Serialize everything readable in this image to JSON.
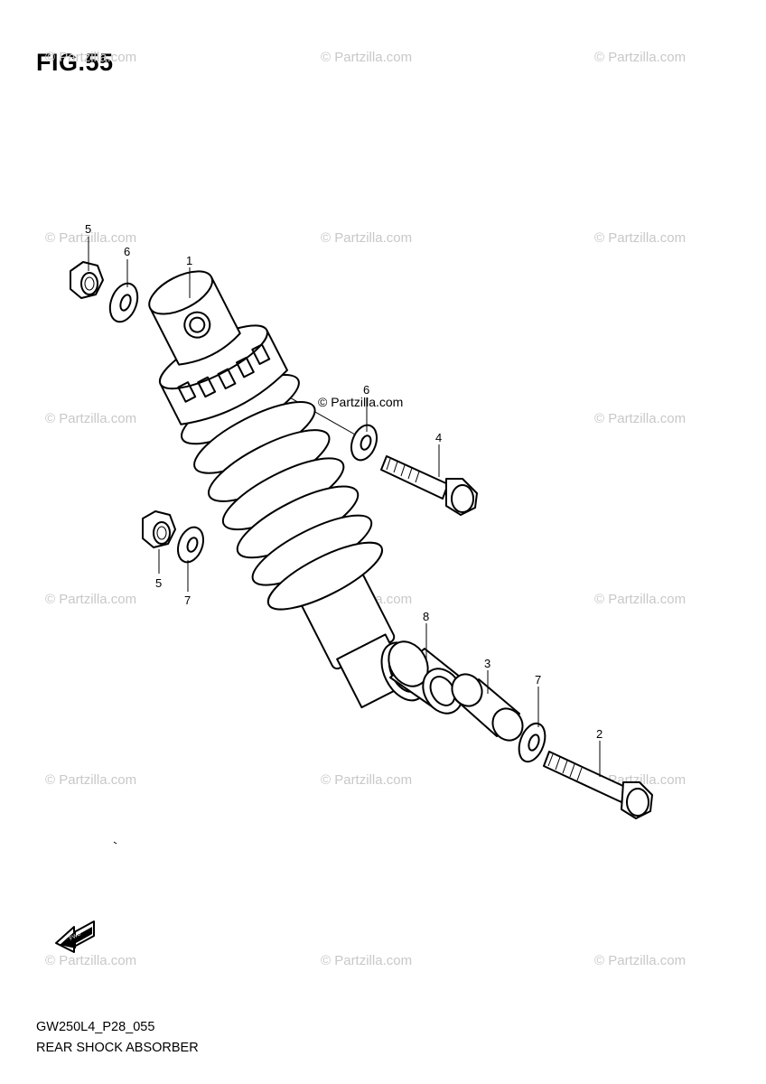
{
  "figure": {
    "title": "FIG.55"
  },
  "footer": {
    "code": "GW250L4_P28_055",
    "caption": "REAR SHOCK ABSORBER"
  },
  "watermark": {
    "text": "© Partzilla.com",
    "color": "#c8c8c8"
  },
  "inline_watermark": {
    "text": "© Partzilla.com"
  },
  "callouts": {
    "c1": "1",
    "c2": "2",
    "c3": "3",
    "c4": "4",
    "c5a": "5",
    "c5b": "5",
    "c6a": "6",
    "c6b": "6",
    "c7a": "7",
    "c7b": "7",
    "c8": "8"
  },
  "icons": {
    "front_arrow": "front-direction-arrow-icon",
    "front_arrow_label": "FWD"
  }
}
